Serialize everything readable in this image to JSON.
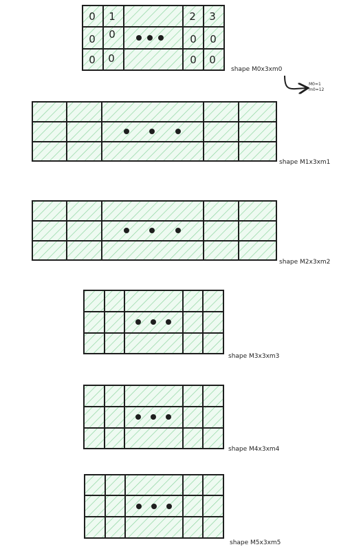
{
  "diagram": {
    "hatch_color": "#86d39a",
    "cell_fill": "#eefaf1",
    "line_color": "#1e1e1e",
    "shapes": [
      {
        "id": "m0",
        "label": "shape M0x3xm0",
        "cells": [
          [
            "0",
            "1",
            "",
            "2",
            "3"
          ],
          [
            "0",
            "0",
            "",
            "0",
            "0"
          ],
          [
            "0",
            "0",
            "",
            "0",
            "0"
          ]
        ]
      },
      {
        "id": "m1",
        "label": "shape M1x3xm1"
      },
      {
        "id": "m2",
        "label": "shape M2x3xm2"
      },
      {
        "id": "m3",
        "label": "shape M3x3xm3"
      },
      {
        "id": "m4",
        "label": "shape M4x3xm4"
      },
      {
        "id": "m5",
        "label": "shape M5x3xm5"
      }
    ],
    "annotation": {
      "lines": [
        "M0=1",
        "m0=12"
      ]
    }
  }
}
